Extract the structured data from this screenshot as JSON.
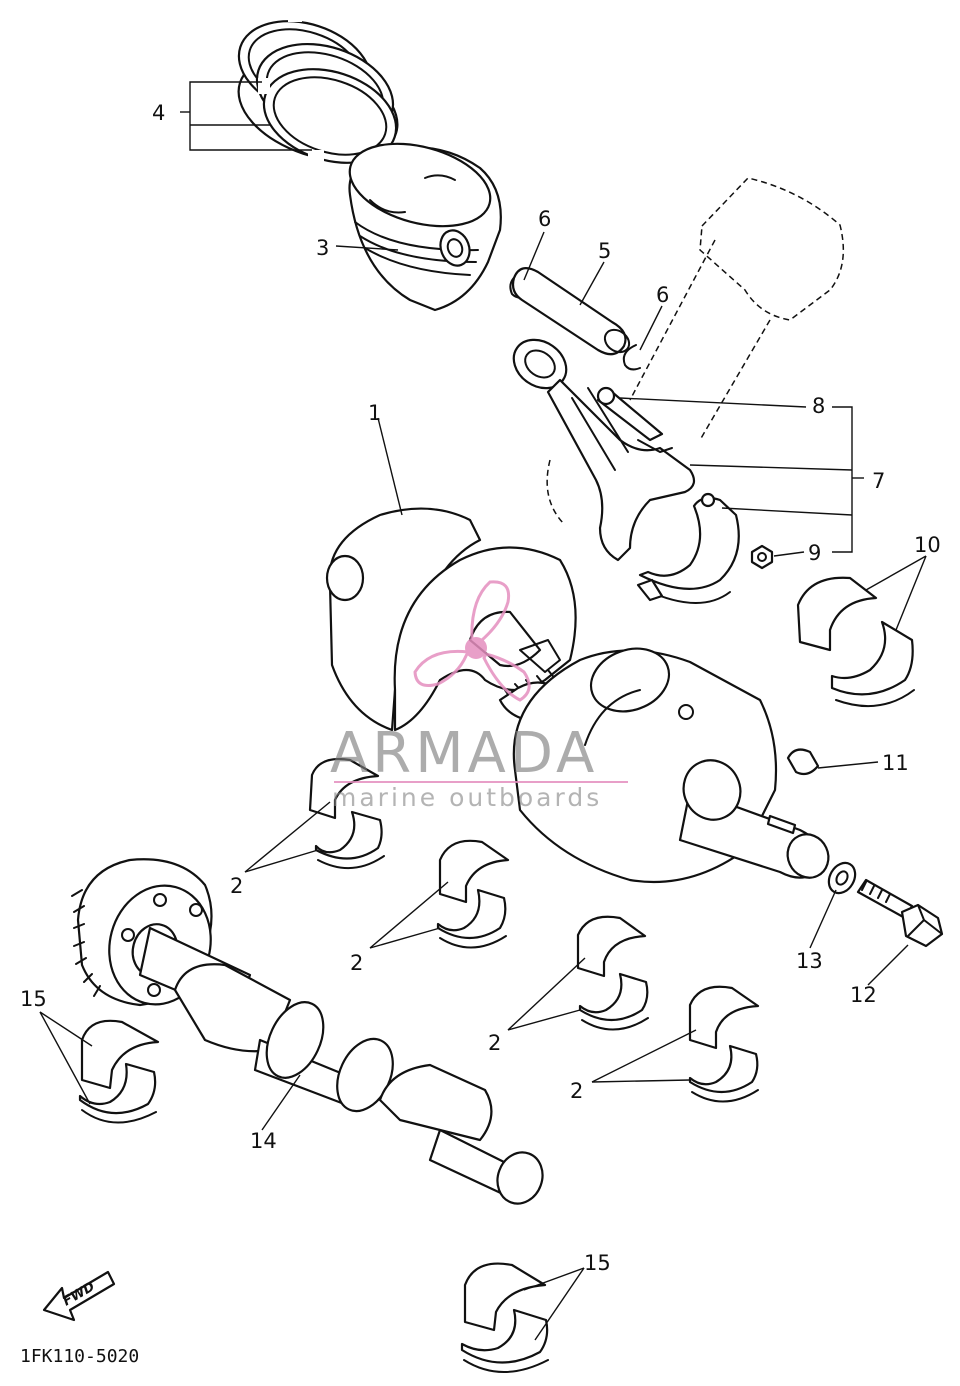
{
  "callouts": {
    "n1": "1",
    "n2": "2",
    "n3": "3",
    "n4": "4",
    "n5": "5",
    "n6": "6",
    "n7": "7",
    "n8": "8",
    "n9": "9",
    "n10": "10",
    "n11": "11",
    "n12": "12",
    "n13": "13",
    "n14": "14",
    "n15": "15"
  },
  "fwd_label": "FWD",
  "diagram_code": "1FK110-5020",
  "watermark": {
    "title": "ARMADA",
    "subtitle": "marine outboards",
    "accent_color": "#e58fbf",
    "text_color": "#7d7d7d"
  }
}
